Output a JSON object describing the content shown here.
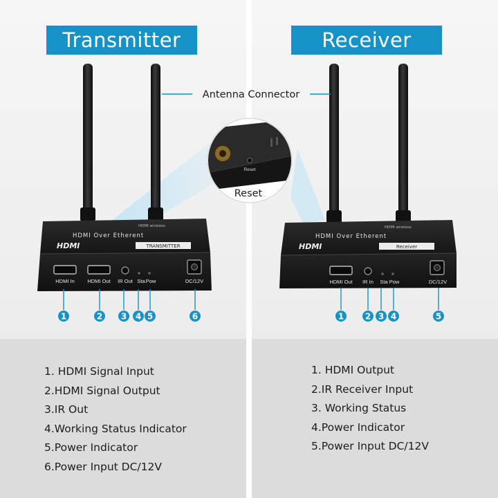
{
  "transmitter": {
    "title": "Transmitter",
    "device_name": "HDMI Over Etherent",
    "brand": "HDMI",
    "brand_small": "HDMI wireless",
    "tag": "TRANSMITTER",
    "ports": [
      "HDMI In",
      "HDMI Out",
      "IR Out",
      "Sta",
      "Pow",
      "DC/12V"
    ],
    "callouts": [
      "1",
      "2",
      "3",
      "4",
      "5",
      "6"
    ],
    "legend": [
      "1. HDMI Signal Input",
      "2.HDMI Signal Output",
      "3.IR Out",
      "4.Working Status Indicator",
      "5.Power Indicator",
      "6.Power Input DC/12V"
    ]
  },
  "receiver": {
    "title": "Receiver",
    "device_name": "HDMI Over Etherent",
    "brand": "HDMI",
    "brand_small": "HDMI wireless",
    "tag": "Receiver",
    "ports": [
      "HDMI Out",
      "IR In",
      "Sta",
      "Pow",
      "DC/12V"
    ],
    "callouts": [
      "1",
      "2",
      "3",
      "4",
      "5"
    ],
    "legend": [
      "1. HDMI Output",
      "2.IR Receiver Input",
      "3. Working Status",
      "4.Power Indicator",
      "5.Power Input DC/12V"
    ]
  },
  "annotations": {
    "antenna_connector": "Antenna Connector",
    "reset_label": "Reset",
    "reset_button": "Reset"
  },
  "colors": {
    "accent": "#1592c6",
    "device": "#1e1e1e",
    "callout": "#1592c6"
  }
}
